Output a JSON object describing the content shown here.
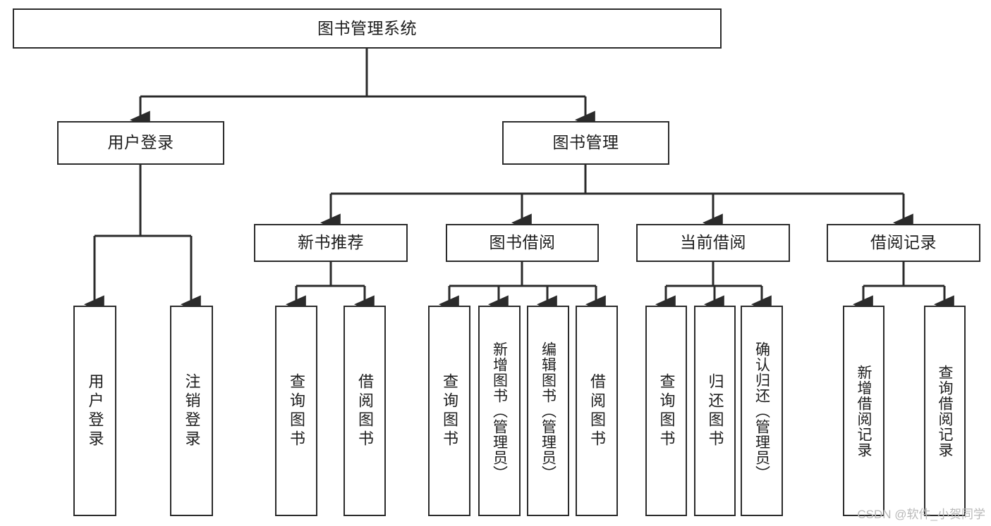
{
  "diagram": {
    "type": "tree",
    "title": "图书管理系统",
    "watermark": "CSDN @软件_小贺同学",
    "root": {
      "id": "root",
      "label": "图书管理系统",
      "orientation": "horizontal"
    },
    "level1": [
      {
        "id": "user-login",
        "label": "用户登录",
        "orientation": "horizontal"
      },
      {
        "id": "book-manage",
        "label": "图书管理",
        "orientation": "horizontal"
      }
    ],
    "level2": [
      {
        "id": "new-book-rec",
        "label": "新书推荐",
        "orientation": "horizontal",
        "parent": "book-manage"
      },
      {
        "id": "book-borrow",
        "label": "图书借阅",
        "orientation": "horizontal",
        "parent": "book-manage"
      },
      {
        "id": "current-borrow",
        "label": "当前借阅",
        "orientation": "horizontal",
        "parent": "book-manage"
      },
      {
        "id": "borrow-record",
        "label": "借阅记录",
        "orientation": "horizontal",
        "parent": "book-manage"
      }
    ],
    "leaves": [
      {
        "id": "leaf-user-login",
        "label": "用户登录",
        "parent": "user-login",
        "orientation": "vertical"
      },
      {
        "id": "leaf-logout",
        "label": "注销登录",
        "parent": "user-login",
        "orientation": "vertical"
      },
      {
        "id": "leaf-query-book-1",
        "label": "查询图书",
        "parent": "new-book-rec",
        "orientation": "vertical"
      },
      {
        "id": "leaf-borrow-book-1",
        "label": "借阅图书",
        "parent": "new-book-rec",
        "orientation": "vertical"
      },
      {
        "id": "leaf-query-book-2",
        "label": "查询图书",
        "parent": "book-borrow",
        "orientation": "vertical"
      },
      {
        "id": "leaf-add-book",
        "label": "新增图书（管理员）",
        "parent": "book-borrow",
        "orientation": "vertical"
      },
      {
        "id": "leaf-edit-book",
        "label": "编辑图书（管理员）",
        "parent": "book-borrow",
        "orientation": "vertical"
      },
      {
        "id": "leaf-borrow-book-2",
        "label": "借阅图书",
        "parent": "book-borrow",
        "orientation": "vertical"
      },
      {
        "id": "leaf-query-book-3",
        "label": "查询图书",
        "parent": "current-borrow",
        "orientation": "vertical"
      },
      {
        "id": "leaf-return-book",
        "label": "归还图书",
        "parent": "current-borrow",
        "orientation": "vertical"
      },
      {
        "id": "leaf-confirm-return",
        "label": "确认归还（管理员）",
        "parent": "current-borrow",
        "orientation": "vertical"
      },
      {
        "id": "leaf-add-record",
        "label": "新增借阅记录",
        "parent": "borrow-record",
        "orientation": "vertical"
      },
      {
        "id": "leaf-query-record",
        "label": "查询借阅记录",
        "parent": "borrow-record",
        "orientation": "vertical"
      }
    ],
    "colors": {
      "stroke": "#2b2b2b",
      "fill": "#ffffff",
      "text": "#1d1d1d",
      "watermark": "#b9b9b9"
    }
  }
}
